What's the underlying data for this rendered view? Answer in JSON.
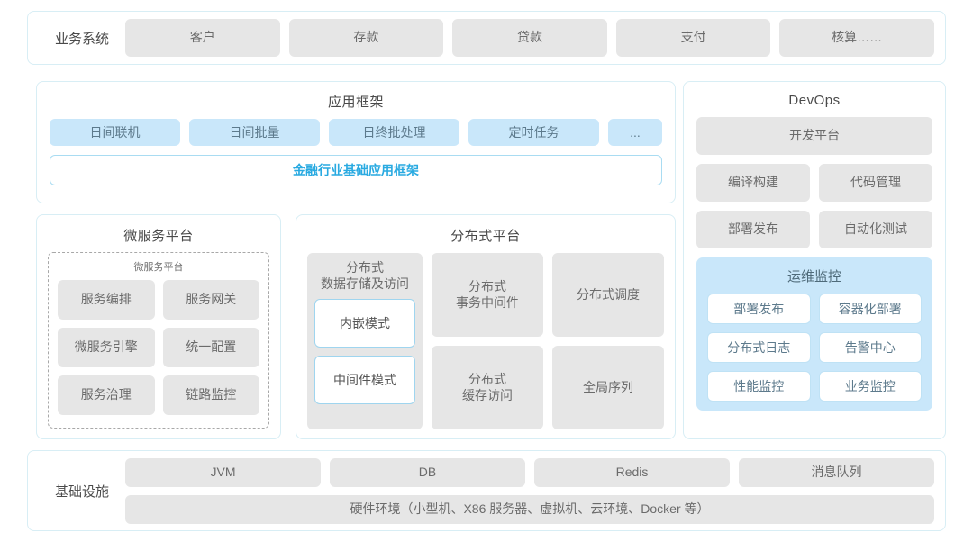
{
  "business_row": {
    "label": "业务系统",
    "items": [
      "客户",
      "存款",
      "贷款",
      "支付",
      "核算……"
    ]
  },
  "application_framework": {
    "title": "应用框架",
    "chips": [
      "日间联机",
      "日间批量",
      "日终批处理",
      "定时任务",
      "..."
    ],
    "foundation": "金融行业基础应用框架"
  },
  "microservice_platform": {
    "title": "微服务平台",
    "inner_title": "微服务平台",
    "items": [
      "服务编排",
      "服务网关",
      "微服务引擎",
      "统一配置",
      "服务治理",
      "链路监控"
    ]
  },
  "distributed_platform": {
    "title": "分布式平台",
    "storage_column": {
      "label": "分布式\n数据存储及访问",
      "label_line1": "分布式",
      "label_line2": "数据存储及访问",
      "modes": [
        "内嵌模式",
        "中间件模式"
      ]
    },
    "cells": [
      {
        "line1": "分布式",
        "line2": "事务中间件"
      },
      {
        "line1": "分布式调度",
        "line2": ""
      },
      {
        "line1": "分布式",
        "line2": "缓存访问"
      },
      {
        "line1": "全局序列",
        "line2": ""
      }
    ]
  },
  "devops": {
    "title": "DevOps",
    "platform": "开发平台",
    "items": [
      "编译构建",
      "代码管理",
      "部署发布",
      "自动化测试"
    ],
    "ops_monitoring": {
      "title": "运维监控",
      "items": [
        "部署发布",
        "容器化部署",
        "分布式日志",
        "告警中心",
        "性能监控",
        "业务监控"
      ]
    }
  },
  "infrastructure": {
    "label": "基础设施",
    "items": [
      "JVM",
      "DB",
      "Redis",
      "消息队列"
    ],
    "hardware": "硬件环境（小型机、X86 服务器、虚拟机、云环境、Docker 等）"
  },
  "colors": {
    "panel_border": "#d8eef5",
    "grey_chip": "#e6e6e6",
    "blue_chip": "#c9e7fa",
    "accent_blue": "#29aae1"
  }
}
